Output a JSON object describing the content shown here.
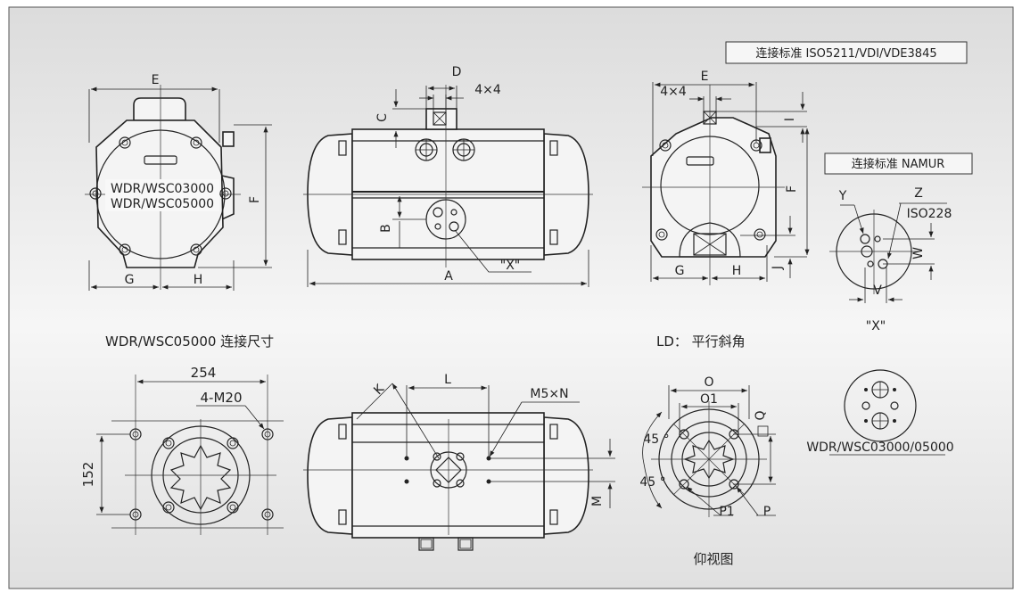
{
  "badges": {
    "standard_iso": "连接标准 ISO5211/VDI/VDE3845",
    "standard_namur": "连接标准 NAMUR"
  },
  "titles": {
    "connection_size": "WDR/WSC05000 连接尺寸",
    "ld_bevel": "LD： 平行斜角",
    "bottom_view": "仰视图"
  },
  "front_view": {
    "label_line1": "WDR/WSC03000",
    "label_line2": "WDR/WSC05000",
    "dim_E": "E",
    "dim_F": "F",
    "dim_G": "G",
    "dim_H": "H"
  },
  "side_view": {
    "dim_D": "D",
    "dim_4x4": "4×4",
    "dim_C": "C",
    "dim_B": "B",
    "dim_A": "A",
    "view_X": "\"X\""
  },
  "end_view": {
    "dim_E": "E",
    "dim_4x4": "4×4",
    "dim_I": "I",
    "dim_F": "F",
    "dim_G": "G",
    "dim_H": "H",
    "dim_J": "J"
  },
  "namur_detail": {
    "dim_Y": "Y",
    "dim_Z": "Z",
    "iso228": "ISO228",
    "dim_W": "W",
    "dim_V": "V",
    "view_X": "\"X\""
  },
  "mount_plate": {
    "dim_254": "254",
    "dim_4m20": "4-M20",
    "dim_152": "152"
  },
  "bottom_side": {
    "dim_K": "K",
    "dim_L": "L",
    "dim_M5xN": "M5×N",
    "dim_M": "M"
  },
  "flange": {
    "dim_O": "O",
    "dim_O1": "O1",
    "dim_Q": "Q",
    "deg_top": "45 °",
    "deg_bottom": "45 °",
    "dim_P1": "P1",
    "dim_P": "P"
  },
  "model_note": "WDR/WSC03000/05000"
}
